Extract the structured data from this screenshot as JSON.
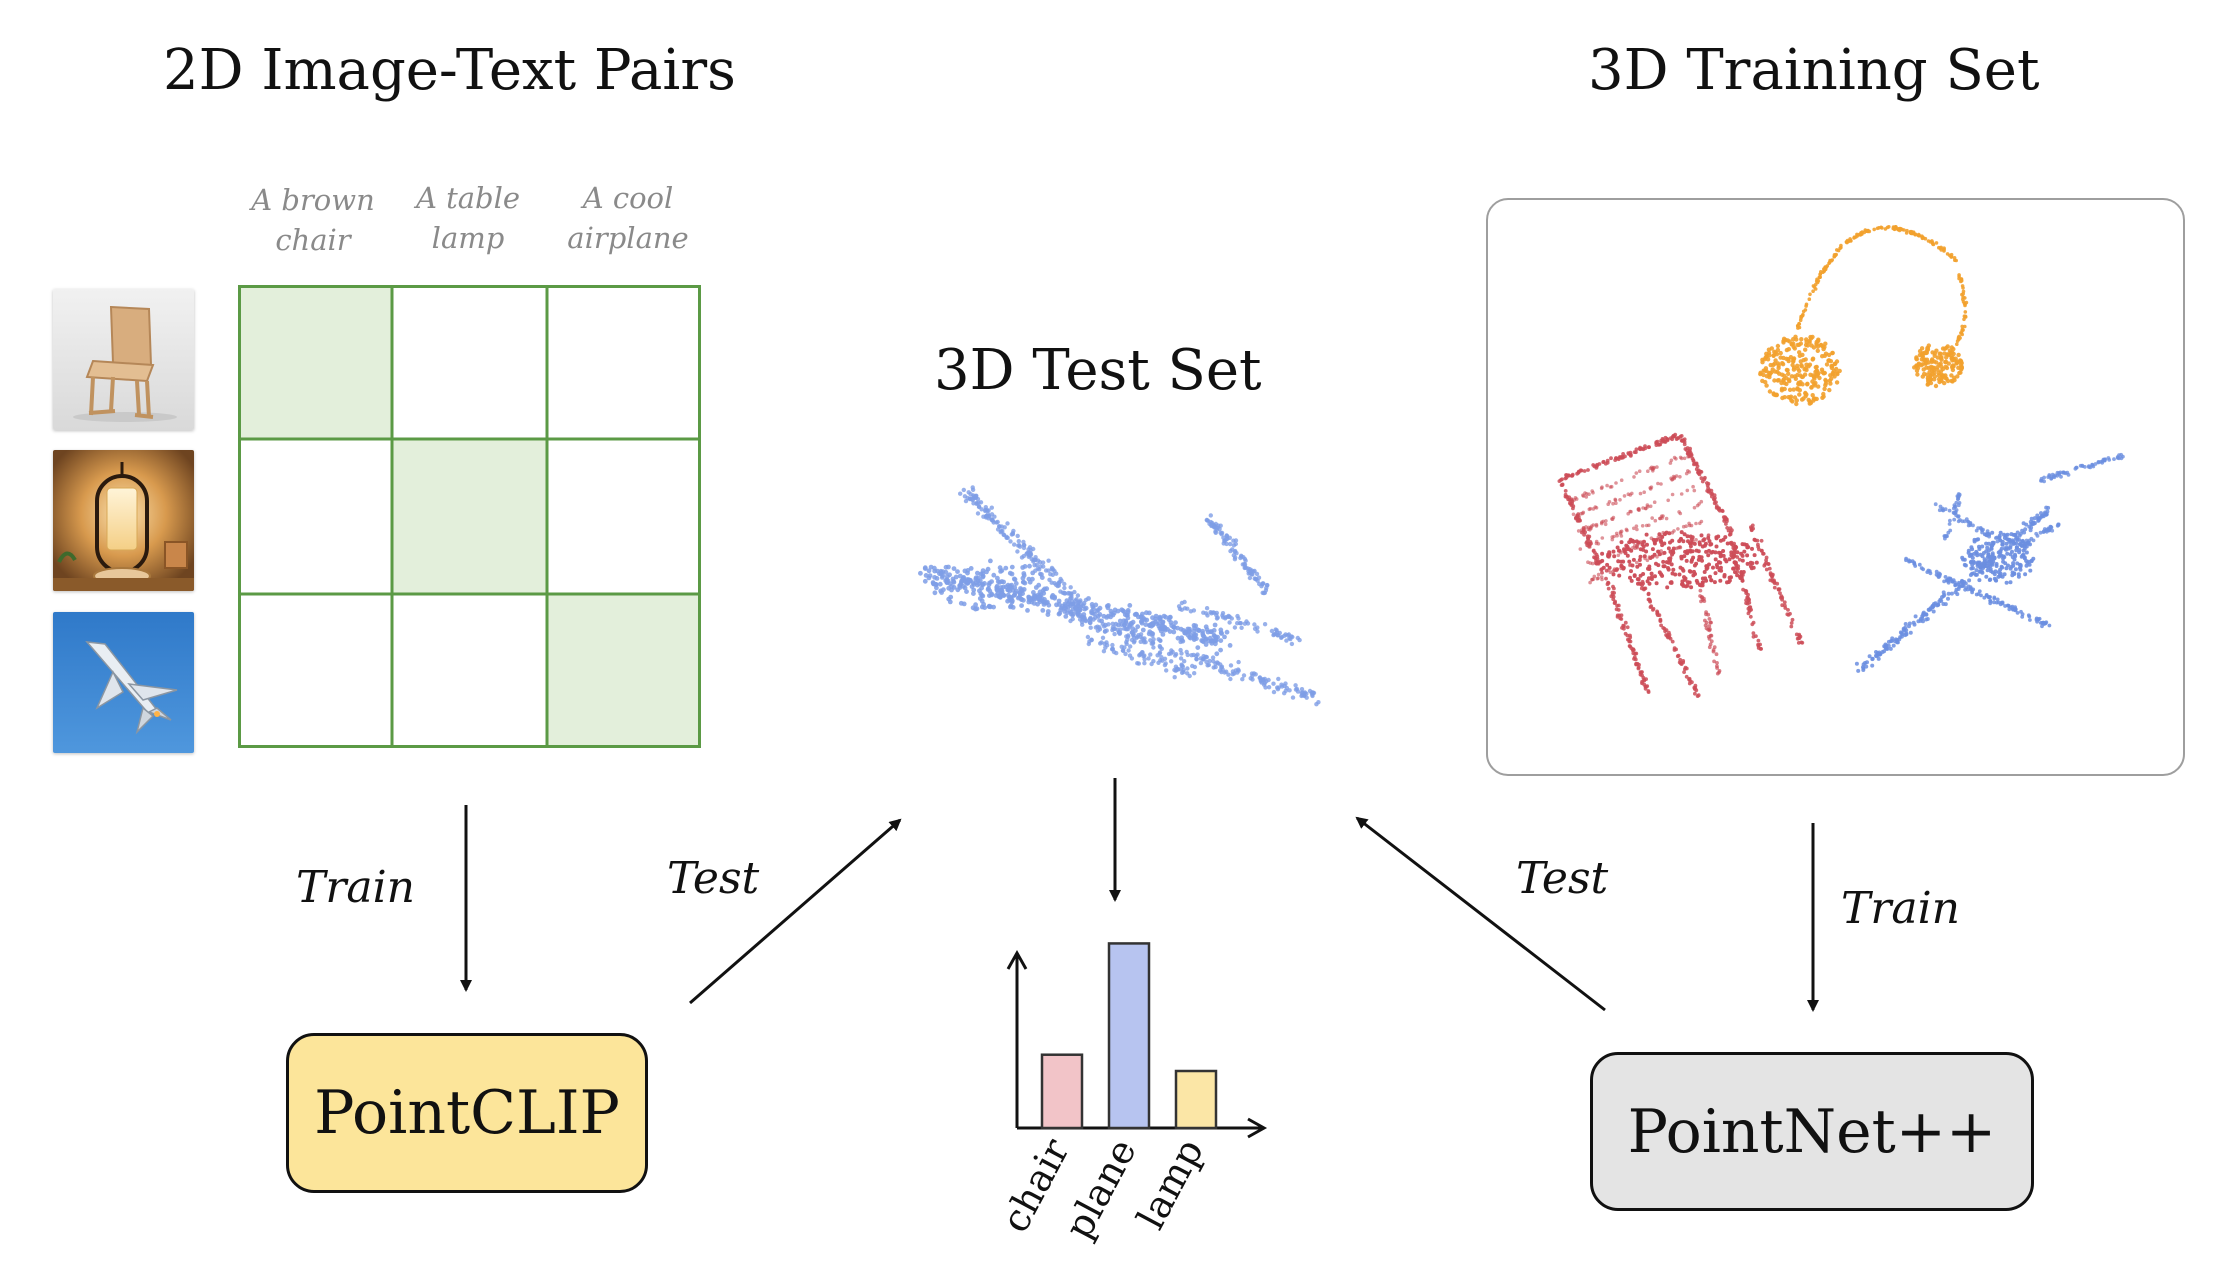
{
  "headings": {
    "pairs": "2D Image-Text Pairs",
    "train_set": "3D Training Set",
    "test_set": "3D Test Set"
  },
  "captions": [
    {
      "line1": "A brown",
      "line2": "chair"
    },
    {
      "line1": "A table",
      "line2": "lamp"
    },
    {
      "line1": "A cool",
      "line2": "airplane"
    }
  ],
  "edges": {
    "train_left": "Train",
    "test_left": "Test",
    "test_right": "Test",
    "train_right": "Train"
  },
  "models": {
    "pointclip": "PointCLIP",
    "pointnet": "PointNet++"
  },
  "chart_data": {
    "type": "bar",
    "categories": [
      "chair",
      "plane",
      "lamp"
    ],
    "values": [
      0.27,
      0.68,
      0.21
    ],
    "colors": [
      "#f2c4c8",
      "#b7c4f0",
      "#fbe6a6"
    ],
    "edge_color": "#333333",
    "xlabel": "",
    "ylabel": "",
    "title": ""
  },
  "colors": {
    "matrix_border": "#5b9a45",
    "matrix_diag_fill": "#e3efdb",
    "pointclip_fill": "#fce59a",
    "pointnet_fill": "#e4e4e4",
    "test_cloud": "#7e9ee6",
    "lamp_cloud": "#f2a12e",
    "chair_cloud": "#cc4c57",
    "plane_cloud": "#6b8ee0"
  },
  "icons": [
    "chair-photo",
    "lamp-photo",
    "jet-photo"
  ]
}
